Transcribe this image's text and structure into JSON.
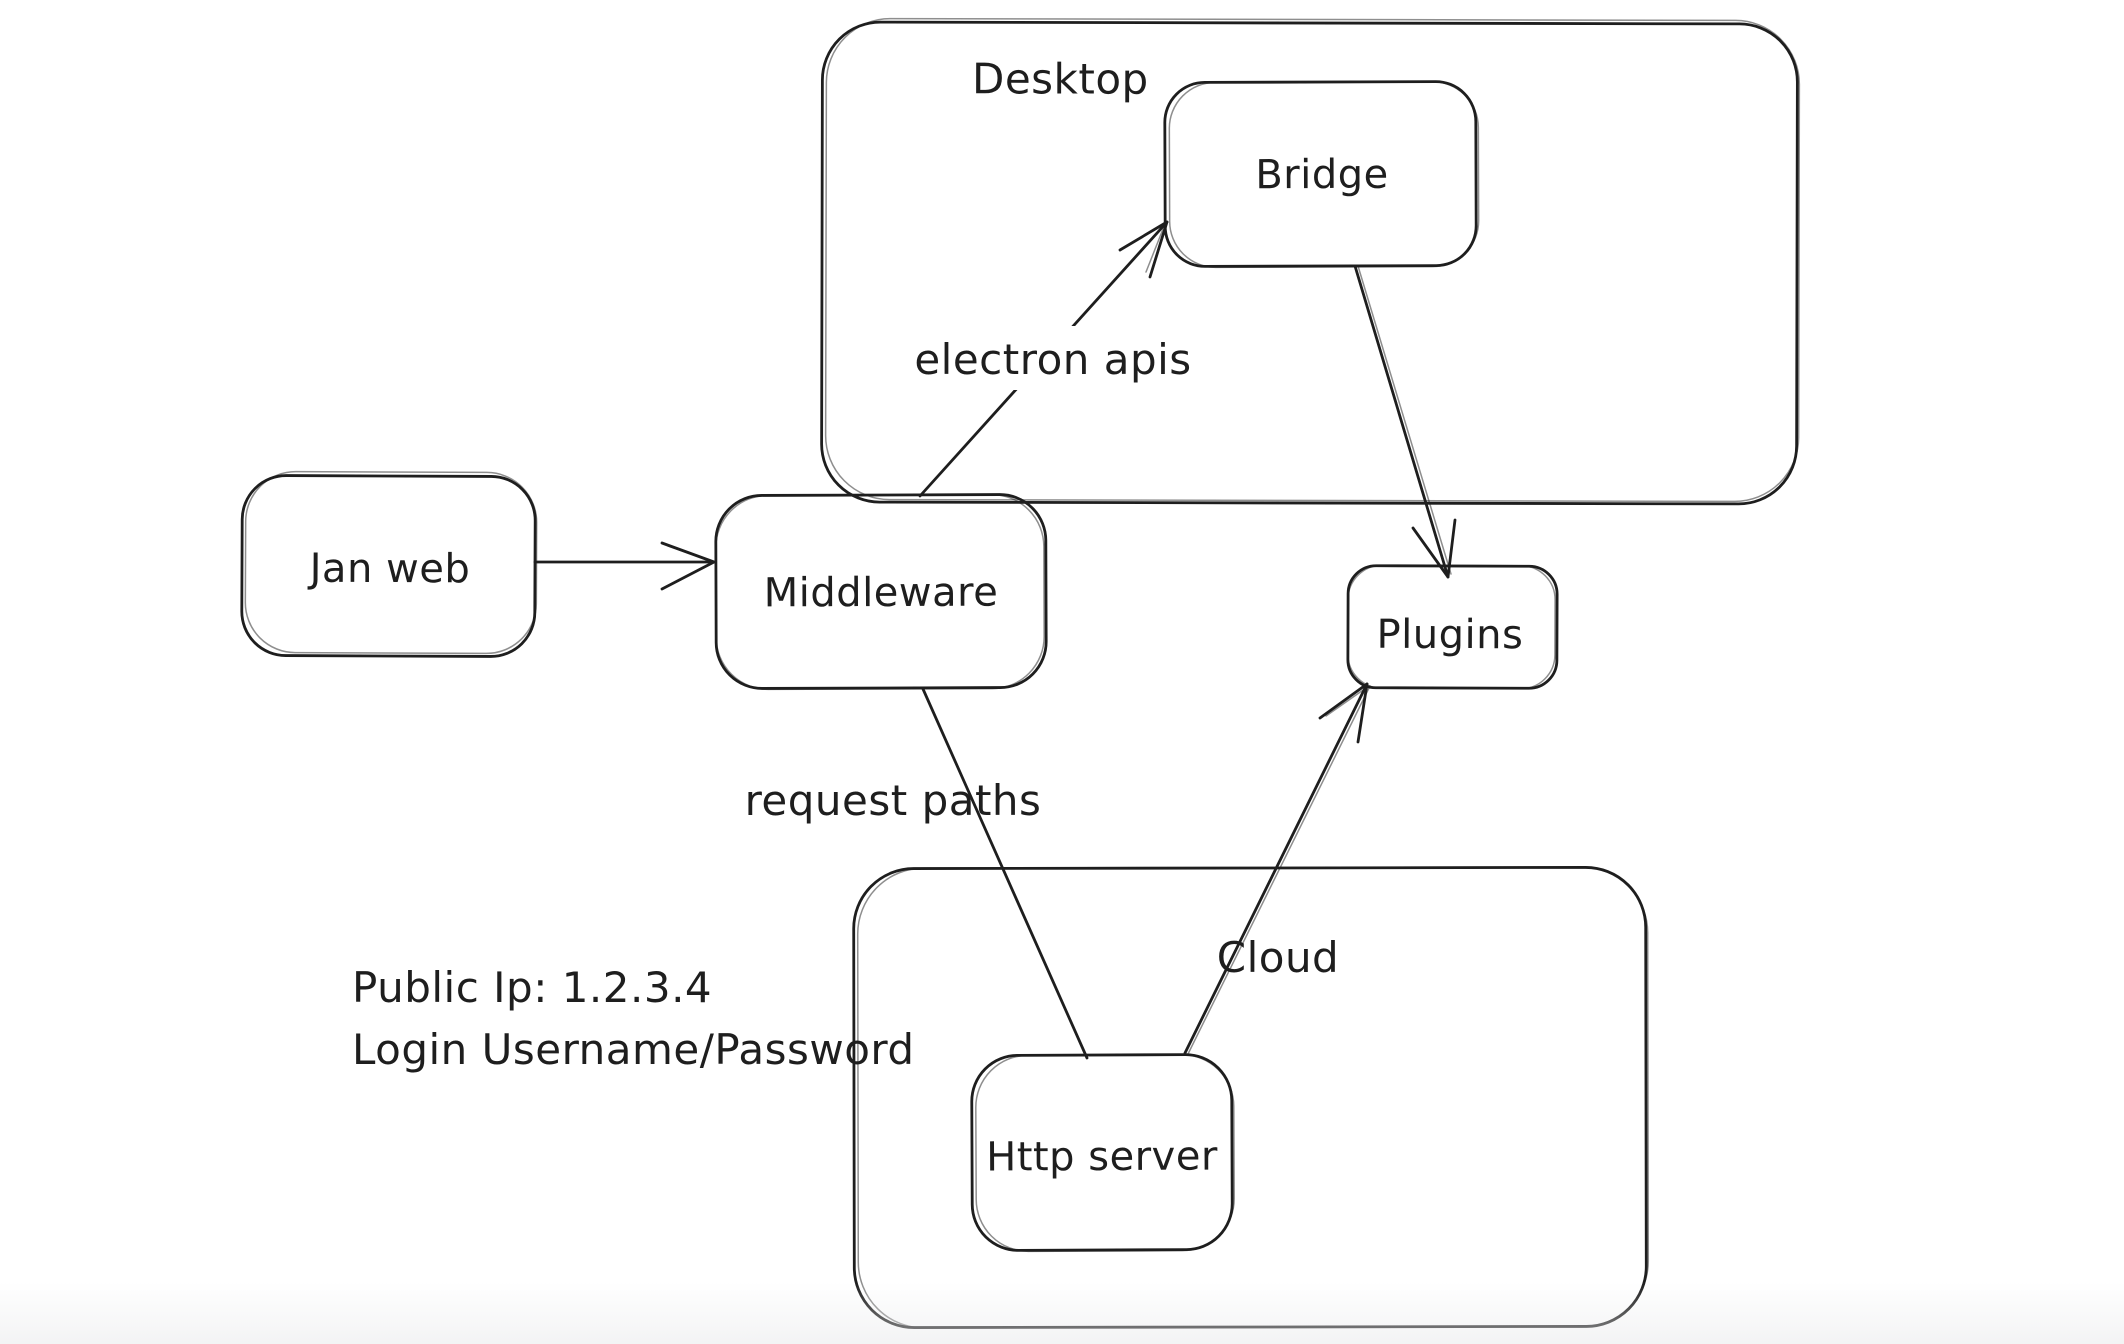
{
  "diagram": {
    "background_color": "#ffffff",
    "stroke_color": "#1e1e1e",
    "containers": [
      {
        "label": "Desktop"
      },
      {
        "label": "Cloud"
      }
    ],
    "nodes": [
      {
        "label": "Jan web"
      },
      {
        "label": "Middleware"
      },
      {
        "label": "Bridge"
      },
      {
        "label": "Plugins"
      },
      {
        "label": "Http server"
      }
    ],
    "edges": [
      {
        "from": "Jan web",
        "to": "Middleware",
        "label": "",
        "arrowhead": "end"
      },
      {
        "from": "Middleware",
        "to": "Bridge",
        "label": "electron apis",
        "arrowhead": "end"
      },
      {
        "from": "Bridge",
        "to": "Plugins",
        "label": "",
        "arrowhead": "end"
      },
      {
        "from": "Middleware",
        "to": "Http server",
        "label": "request paths",
        "arrowhead": "none"
      },
      {
        "from": "Http server",
        "to": "Plugins",
        "label": "",
        "arrowhead": "end"
      }
    ],
    "notes": [
      {
        "text": "Public Ip: 1.2.3.4"
      },
      {
        "text": "Login Username/Password"
      }
    ]
  }
}
